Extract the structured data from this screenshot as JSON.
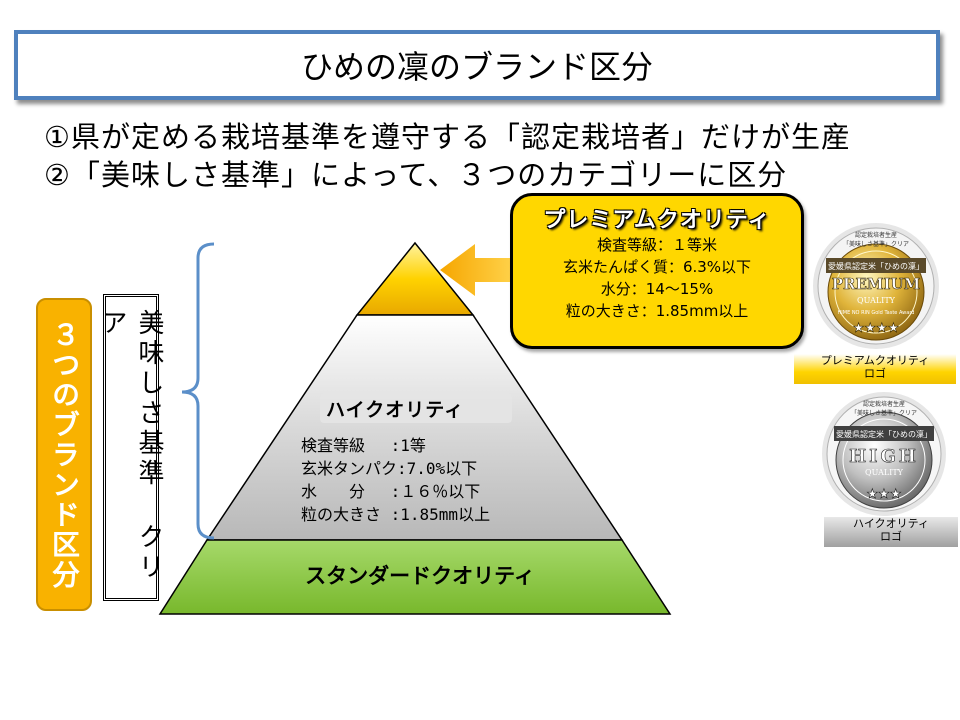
{
  "title": "ひめの凜のブランド区分",
  "intro": {
    "line1": "①県が定める栽培基準を遵守する「認定栽培者」だけが生産",
    "line2": "②「美味しさ基準」によって、３つのカテゴリーに区分"
  },
  "side": {
    "brand_label": "３つのブランド区分",
    "criteria_label": "美味しさ基準 クリア"
  },
  "pyramid": {
    "top_color": "#ffd200",
    "middle_color": "#c8c8c8",
    "bottom_color": "#8ccc3c",
    "high_title": "ハイクオリティ",
    "high_specs": [
      "検査等級　 :1等",
      "玄米タンパク:7.0%以下",
      "水　　分　 :１６％以下",
      "粒の大きさ :1.85mm以上"
    ],
    "standard_label": "スタンダードクオリティ"
  },
  "premium": {
    "title": "プレミアムクオリティ",
    "lines": [
      "検査等級：１等米",
      "玄米たんぱく質：6.3%以下",
      "水分：14～15%",
      "粒の大きさ：1.85mm以上"
    ]
  },
  "logos": {
    "premium": {
      "top_small": "認定栽培者生産",
      "top_small2": "「美味しさ基準」クリア",
      "band": "愛媛県認定米「ひめの凜」",
      "main": "PREMIUM",
      "sub": "QUALITY",
      "small": "HIME NO RIN Gold Taste Award",
      "caption1": "プレミアムクオリティ",
      "caption2": "ロゴ"
    },
    "high": {
      "top_small": "認定栽培者生産",
      "top_small2": "「美味しさ基準」クリア",
      "band": "愛媛県認定米「ひめの凜」",
      "main": "HIGH",
      "sub": "QUALITY",
      "caption1": "ハイクオリティ",
      "caption2": "ロゴ"
    }
  }
}
